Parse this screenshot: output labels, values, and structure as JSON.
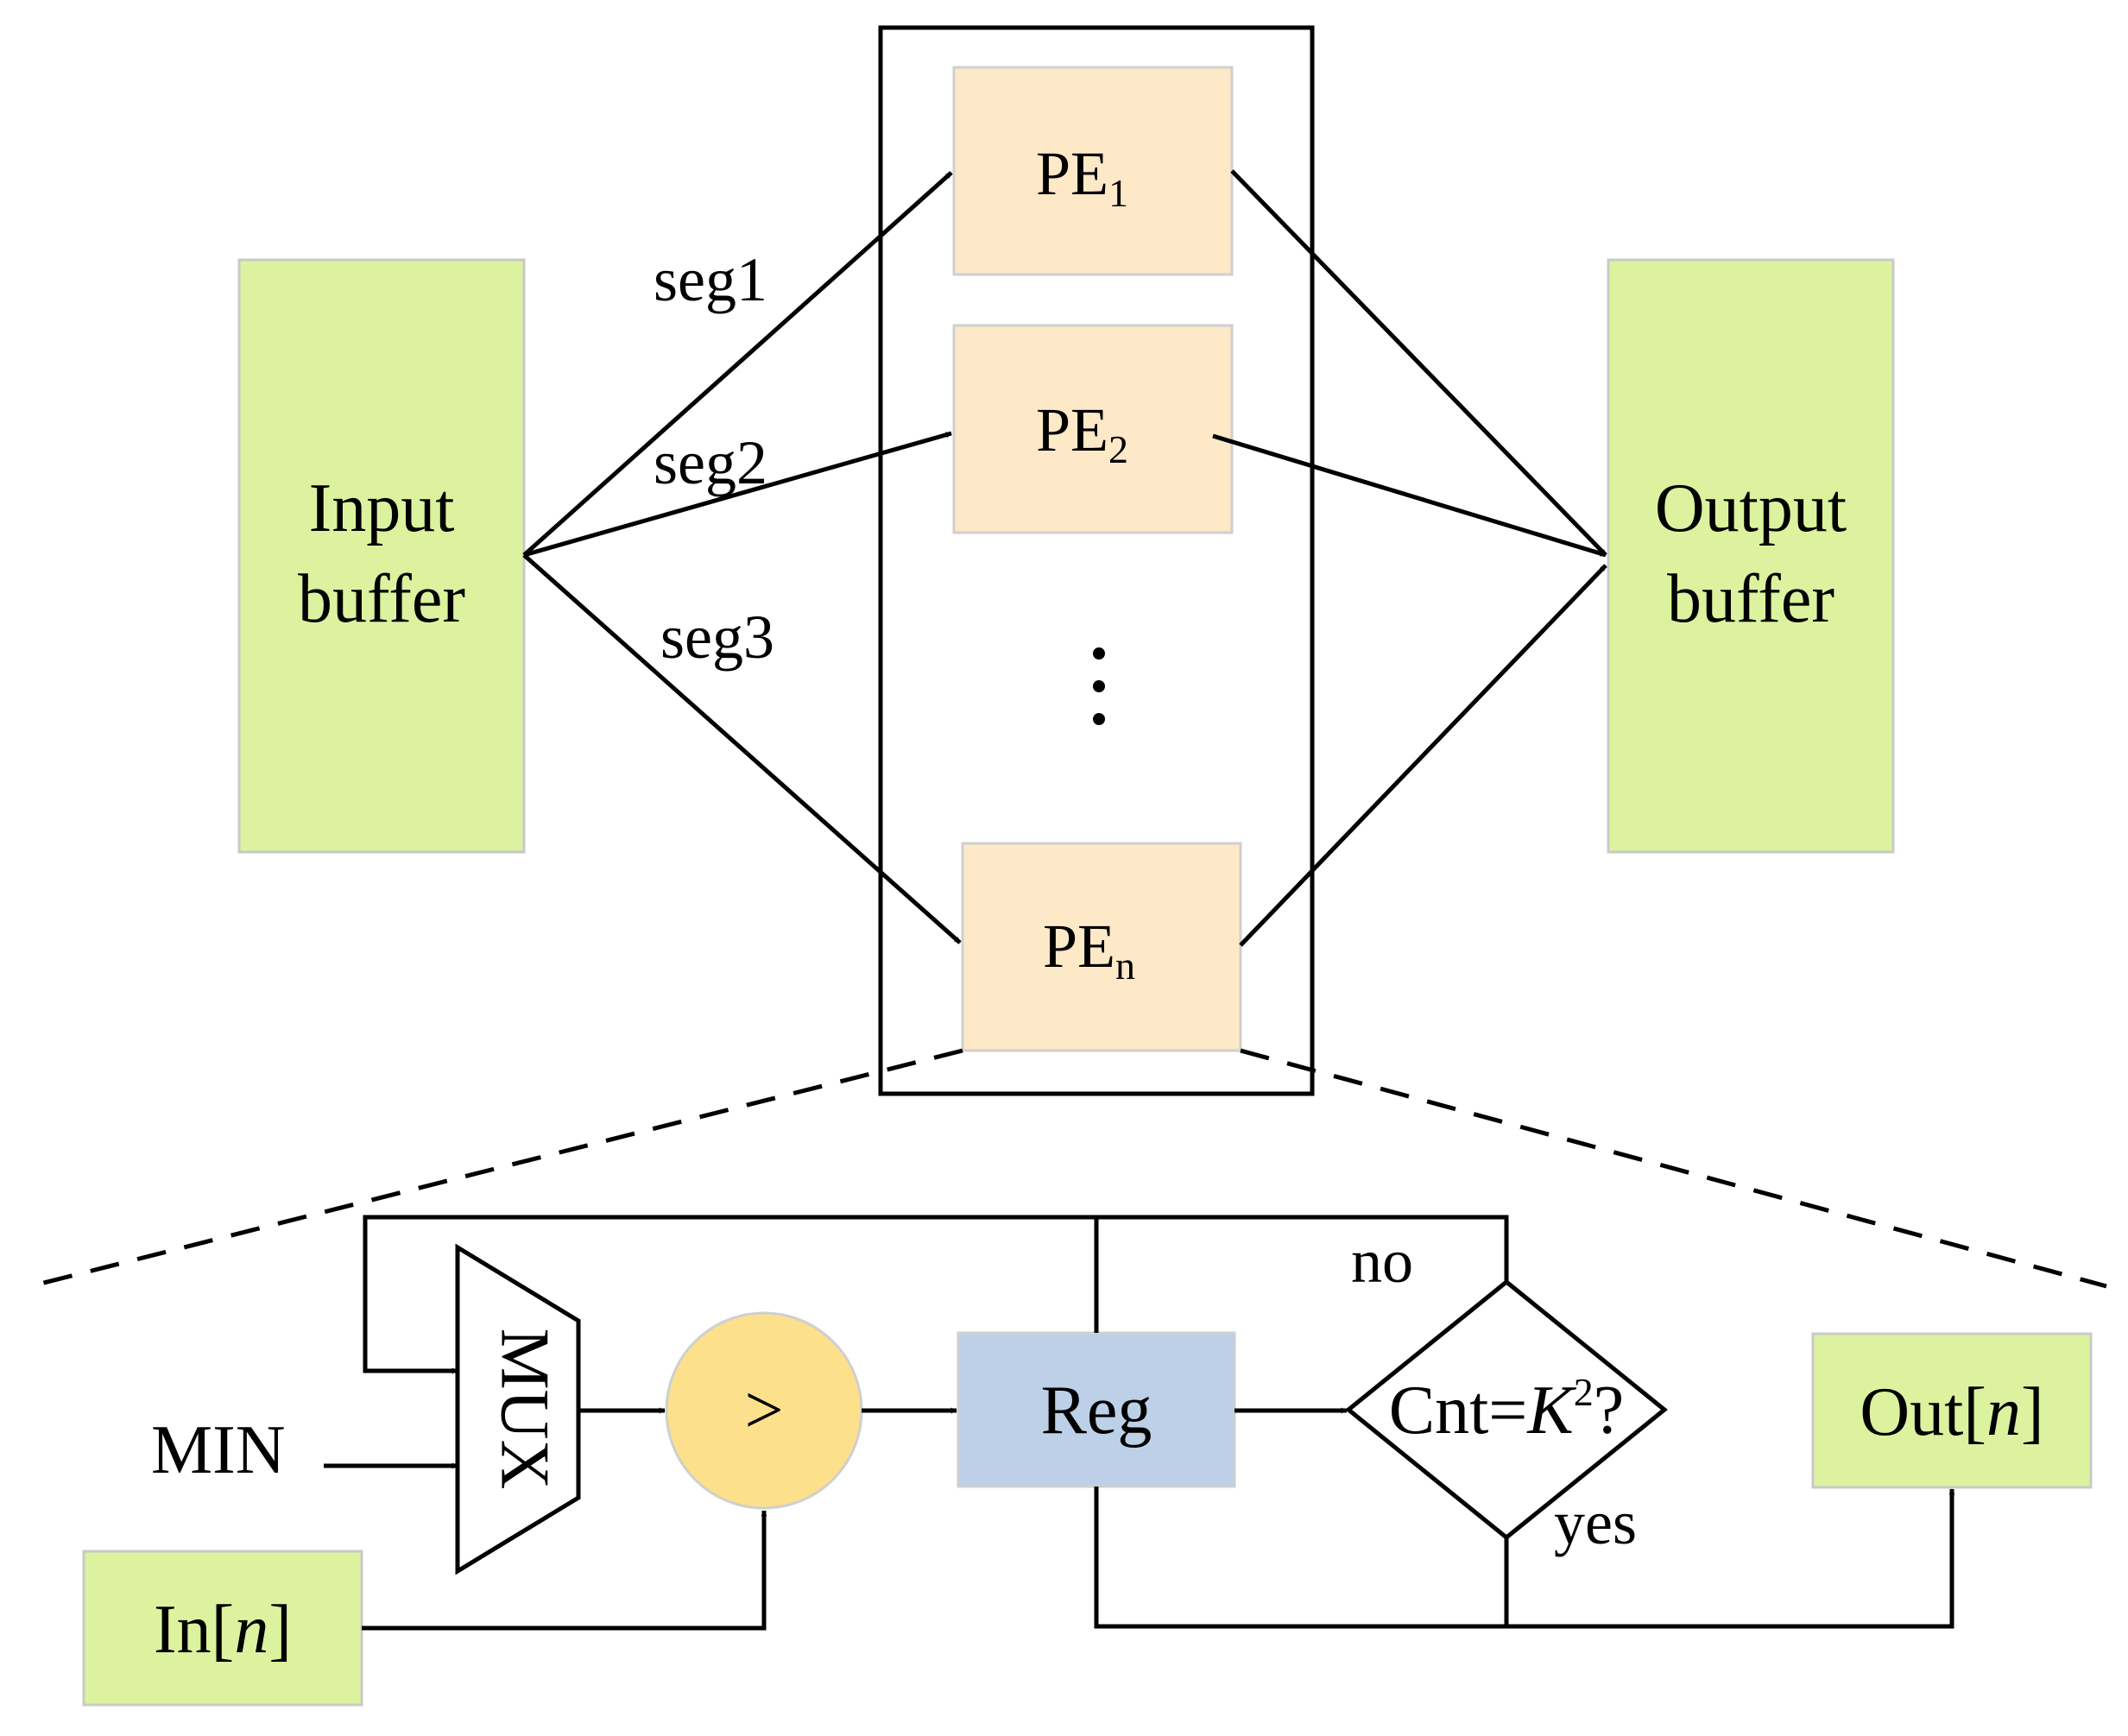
{
  "colors": {
    "buffer_fill": "#dcf29e",
    "buffer_stroke": "#c9c9c9",
    "pe_fill": "#fde8c8",
    "pe_stroke": "#cfcfcf",
    "reg_fill": "#bcd0e8",
    "comparator_fill": "#fde08c",
    "line": "#000000"
  },
  "top": {
    "input_buffer": {
      "line1": "Input",
      "line2": "buffer"
    },
    "output_buffer": {
      "line1": "Output",
      "line2": "buffer"
    },
    "pe_array": {
      "pe1": {
        "base": "PE",
        "sub": "1"
      },
      "pe2": {
        "base": "PE",
        "sub": "2"
      },
      "pen": {
        "base": "PE",
        "sub": "n"
      },
      "ellipsis": "⋮"
    },
    "segments": [
      "seg1",
      "seg2",
      "seg3"
    ]
  },
  "bottom": {
    "mux": "MUX",
    "min": "MIN",
    "comparator": ">",
    "reg": "Reg",
    "decision": {
      "prefix": "Cnt=",
      "var": "K",
      "sup": "2",
      "suffix": "?"
    },
    "no": "no",
    "yes": "yes",
    "input": {
      "prefix": "In[",
      "var": "n",
      "suffix": "]"
    },
    "output": {
      "prefix": "Out[",
      "var": "n",
      "suffix": "]"
    }
  }
}
